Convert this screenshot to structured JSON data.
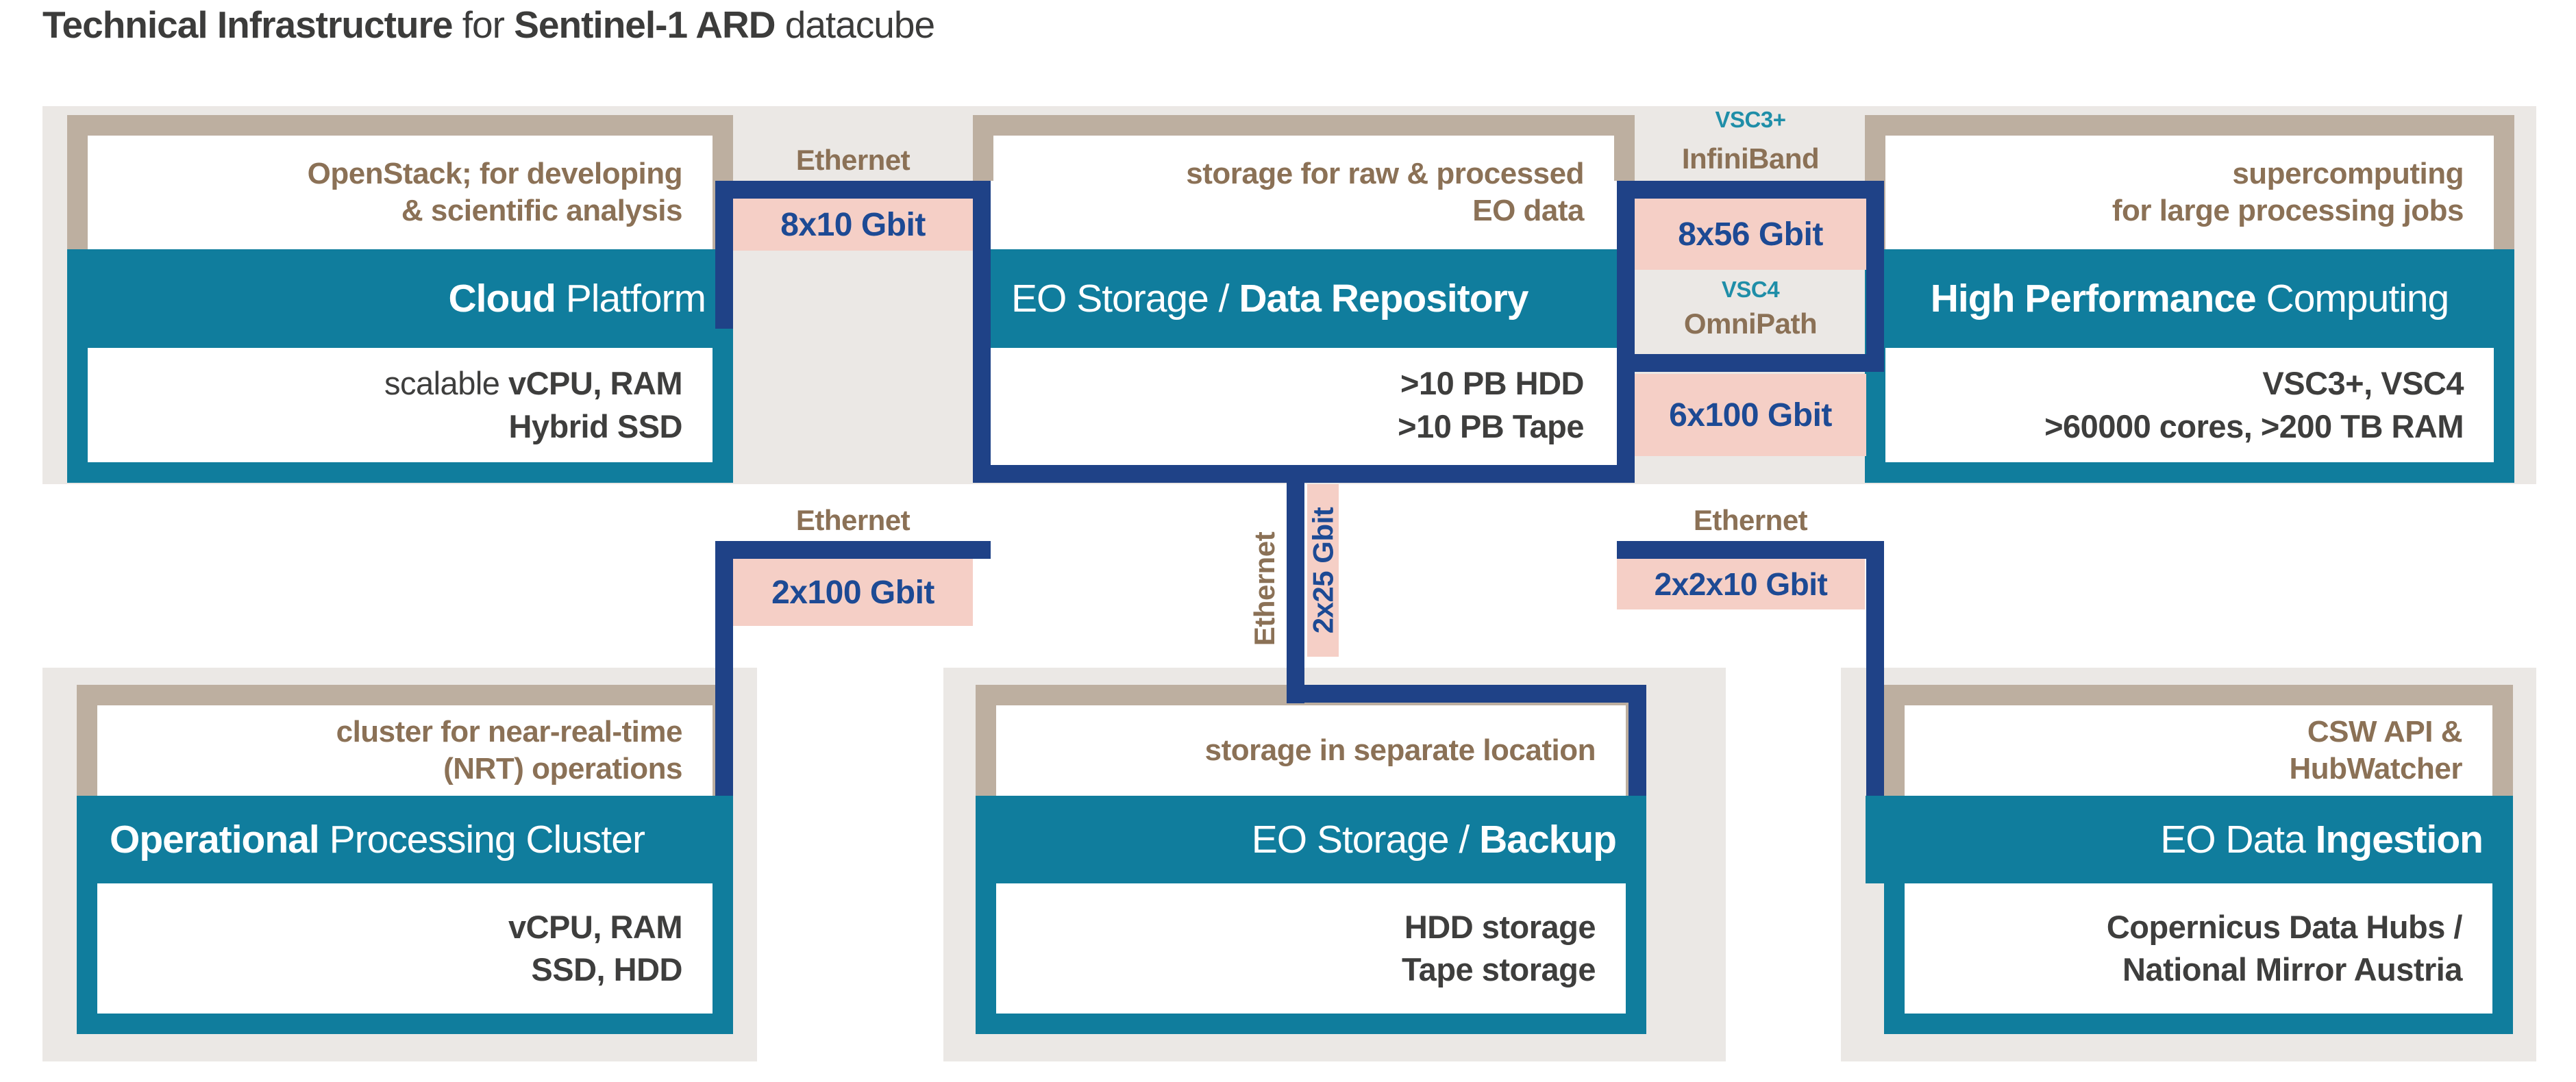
{
  "title": {
    "bold1": "Technical Infrastructure",
    "mid": " for ",
    "bold2": "Sentinel-1 ARD",
    "tail": " datacube"
  },
  "colors": {
    "teal_band": "#107d9d",
    "navy_line": "#1f4287",
    "value_text_navy": "#1d4a94",
    "tan_frame": "#bdafa0",
    "panel_gray": "#ebe8e5",
    "pink_label": "#f5cfc6",
    "brown_text": "#8b7156",
    "dark_text": "#3e3e3d",
    "cluster_teal_text": "#1f8ea8"
  },
  "boxes": {
    "cloud": {
      "desc1": "OpenStack; for developing",
      "desc2": "& scientific analysis",
      "title_bold": "Cloud",
      "title_light": " Platform",
      "spec1_light": "scalable ",
      "spec1_bold": "vCPU, RAM",
      "spec2": "Hybrid SSD"
    },
    "eo_repo": {
      "desc1": "storage for raw & processed",
      "desc2": "EO data",
      "title_light": "EO Storage / ",
      "title_bold": "Data Repository",
      "spec1": ">10 PB HDD",
      "spec2": ">10 PB Tape"
    },
    "hpc": {
      "desc1": "supercomputing",
      "desc2": "for large processing jobs",
      "title_bold": "High Performance",
      "title_light": " Computing",
      "spec1": "VSC3+, VSC4",
      "spec2": ">60000 cores, >200 TB RAM"
    },
    "ops": {
      "desc1": "cluster for near-real-time",
      "desc2": "(NRT) operations",
      "title_bold": "Operational",
      "title_light": " Processing Cluster",
      "spec1": "vCPU, RAM",
      "spec2": "SSD, HDD"
    },
    "backup": {
      "desc1": "storage in separate location",
      "title_light": "EO Storage / ",
      "title_bold": "Backup",
      "spec1": "HDD storage",
      "spec2": "Tape storage"
    },
    "ingest": {
      "desc1": "CSW API &",
      "desc2": "HubWatcher",
      "title_light": "EO Data ",
      "title_bold": "Ingestion",
      "spec1": "Copernicus Data Hubs /",
      "spec2": "National Mirror Austria"
    }
  },
  "connections": {
    "cloud_repo": {
      "label": "Ethernet",
      "value": "8x10 Gbit"
    },
    "repo_hpc_infiniband": {
      "cluster": "VSC3+",
      "label": "InfiniBand",
      "value": "8x56 Gbit"
    },
    "repo_hpc_omnipath": {
      "cluster": "VSC4",
      "label": "OmniPath",
      "value": "6x100 Gbit"
    },
    "repo_ops": {
      "label": "Ethernet",
      "value": "2x100 Gbit"
    },
    "repo_backup": {
      "label": "Ethernet",
      "value": "2x25 Gbit"
    },
    "repo_ingest": {
      "label": "Ethernet",
      "value": "2x2x10 Gbit"
    }
  }
}
